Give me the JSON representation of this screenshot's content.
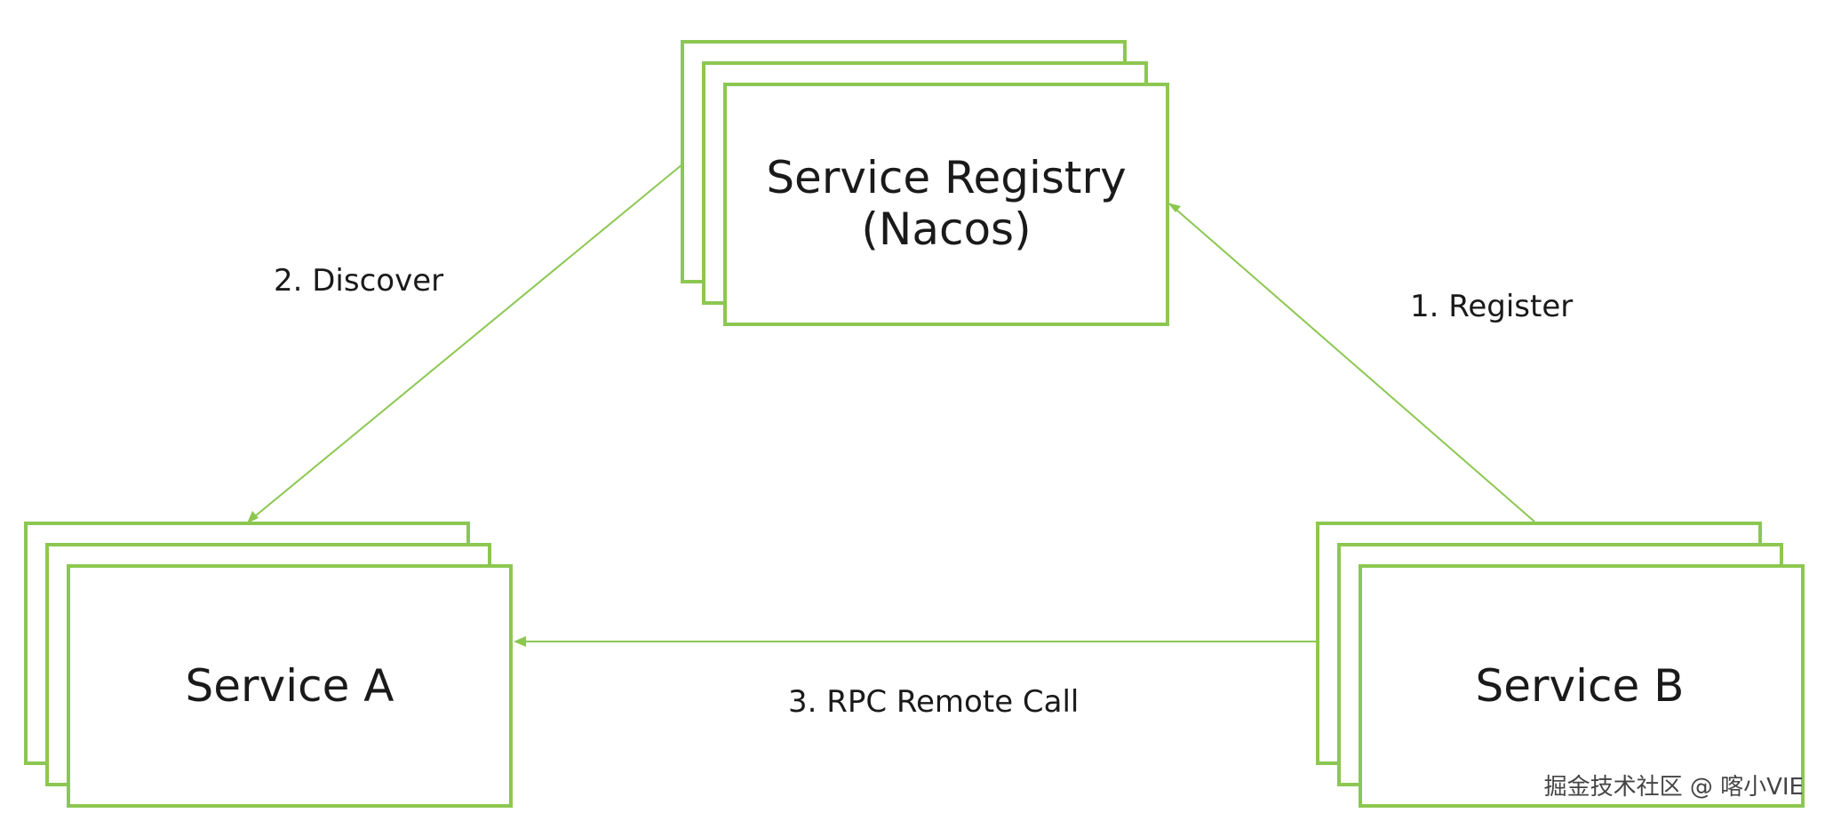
{
  "colors": {
    "accent": "#8cc751",
    "text": "#1a1a1a",
    "background": "#ffffff"
  },
  "nodes": {
    "registry": {
      "title_line1": "Service Registry",
      "title_line2": "(Nacos)"
    },
    "service_a": {
      "title": "Service A"
    },
    "service_b": {
      "title": "Service B"
    }
  },
  "edges": {
    "register": {
      "label": "1. Register"
    },
    "discover": {
      "label": "2. Discover"
    },
    "rpc": {
      "label": "3. RPC Remote Call"
    }
  },
  "watermark": "掘金技术社区 @ 喀小VIE"
}
